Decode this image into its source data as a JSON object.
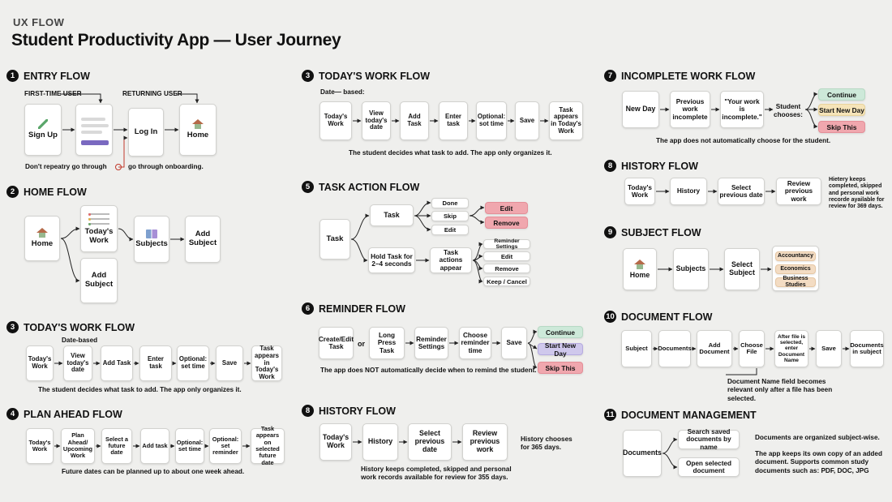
{
  "header": {
    "tag": "UX FLOW",
    "title": "Student Productivity App — User Journey"
  },
  "s1": {
    "num": "1",
    "title": "ENTRY FLOW",
    "first_time": "FIRST-TIME USER",
    "returning": "RETURNING USER",
    "sign_up": "Sign Up",
    "log_in": "Log In",
    "home": "Home",
    "note_a": "Don't repeatry go through",
    "note_b": "go through onboarding."
  },
  "s2": {
    "num": "2",
    "title": "HOME FLOW",
    "home": "Home",
    "todays_work": "Today's Work",
    "add_subject": "Add Subject",
    "subjects": "Subjects",
    "add_subject2": "Add Subject"
  },
  "s3": {
    "num": "3",
    "title": "TODAY'S WORK FLOW",
    "date_based": "Date-based",
    "steps": [
      "Today's Work",
      "View today's date",
      "Add Task",
      "Enter task",
      "Optional: set time",
      "Save",
      "Task appears in Today's Work"
    ],
    "note": "The student decides what task to add. The app only organizes it."
  },
  "s4": {
    "num": "4",
    "title": "PLAN AHEAD FLOW",
    "steps": [
      "Today's Work",
      "Plan Ahead/ Upcoming Work",
      "Select a future date",
      "Add task",
      "Optional: set time",
      "Optional: set reminder",
      "Task appears on selected future date"
    ],
    "note": "Future dates can be planned up to about one week ahead."
  },
  "s3b": {
    "num": "3",
    "title": "TODAY'S WORK FLOW",
    "date_based": "Date— based:",
    "steps": [
      "Today's Work",
      "View today's date",
      "Add Task",
      "Enter task",
      "Optional: sot time",
      "Save",
      "Task appears in Today's Work"
    ],
    "note": "The student decides what task to add. The app only organizes it."
  },
  "s5": {
    "num": "5",
    "title": "TASK ACTION FLOW",
    "task": "Task",
    "task2": "Task",
    "hold": "Hold Task for 2–4 seconds",
    "task_actions": "Task actions appear",
    "done": "Done",
    "skip": "Skip",
    "edit_w": "Edit",
    "edit": "Edit",
    "remove": "Remove",
    "reminder_settings": "Reminder Settings",
    "edit2": "Edit",
    "remove2": "Remove",
    "keep_cancel": "Keep / Cancel"
  },
  "s6": {
    "num": "6",
    "title": "REMINDER FLOW",
    "or": "or",
    "steps": [
      "Create/Edit Task",
      "Long Press Task",
      "Reminder Settings",
      "Choose reminder time",
      "Save"
    ],
    "continue": "Continue",
    "start_new_day": "Start New Day",
    "skip_this": "Skip This",
    "note": "The app does NOT automatically decide when to remind the student."
  },
  "s8b": {
    "num": "8",
    "title": "HISTORY FLOW",
    "steps": [
      "Today's Work",
      "History",
      "Select previous date",
      "Review previous work"
    ],
    "side": "History chooses for 365 days.",
    "note": "History keeps completed, skipped and personal work records available for review for 355 days."
  },
  "s7": {
    "num": "7",
    "title": "INCOMPLETE WORK FLOW",
    "new_day": "New Day",
    "prev": "Previous work incomplete",
    "quote": "\"Your work is incomplete.\"",
    "chooses": "Student chooses:",
    "continue": "Continue",
    "start_new_day": "Start New Day",
    "skip_this": "Skip This",
    "note": "The app does not automatically choose for the student."
  },
  "s8": {
    "num": "8",
    "title": "HISTORY FLOW",
    "steps": [
      "Today's Work",
      "History",
      "Select previous date",
      "Review previous work"
    ],
    "side": "Hietery keeps completed, skipped and personal work recorde ayailable for review for 369 days."
  },
  "s9": {
    "num": "9",
    "title": "SUBJECT FLOW",
    "home": "Home",
    "subjects": "Subjects",
    "select": "Select Subject",
    "tags": [
      "Accountancy",
      "Economics",
      "Business Studies"
    ]
  },
  "s10": {
    "num": "10",
    "title": "DOCUMENT FLOW",
    "steps": [
      "Subject",
      "Documents",
      "Add Document",
      "Choose File",
      "After file is selected, enter Document Name",
      "Save",
      "Documents in subject"
    ],
    "note": "Document Name field becomes relevant only after a file has been selected."
  },
  "s11": {
    "num": "11",
    "title": "DOCUMENT MANAGEMENT",
    "documents": "Documents",
    "search": "Search saved documents by name",
    "open": "Open selected document",
    "note1": "Documents are organized subject-wise.",
    "note2": "The app keeps its own copy of an added document. Supports common study documents such as: PDF, DOC, JPG"
  }
}
